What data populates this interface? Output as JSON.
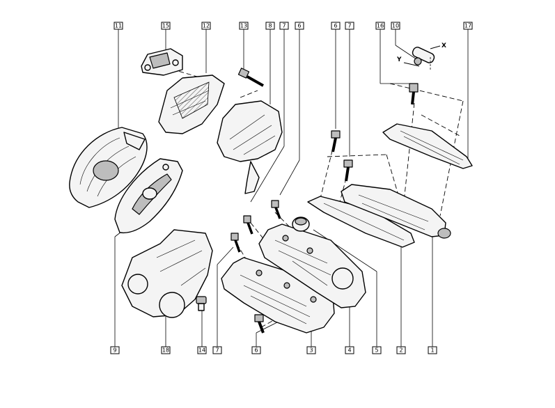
{
  "callouts": {
    "c11": "11",
    "c15": "15",
    "c12": "12",
    "c13": "13",
    "c8": "8",
    "c7a": "7",
    "c6a": "6",
    "c6b": "6",
    "c7b": "7",
    "c16": "16",
    "c10": "10",
    "c17": "17",
    "c9": "9",
    "c18": "18",
    "c14": "14",
    "c7c": "7",
    "c6c": "6",
    "c3": "3",
    "c4": "4",
    "c5": "5",
    "c2": "2",
    "c1": "1"
  },
  "axes": {
    "x": "X",
    "y": "Y"
  }
}
